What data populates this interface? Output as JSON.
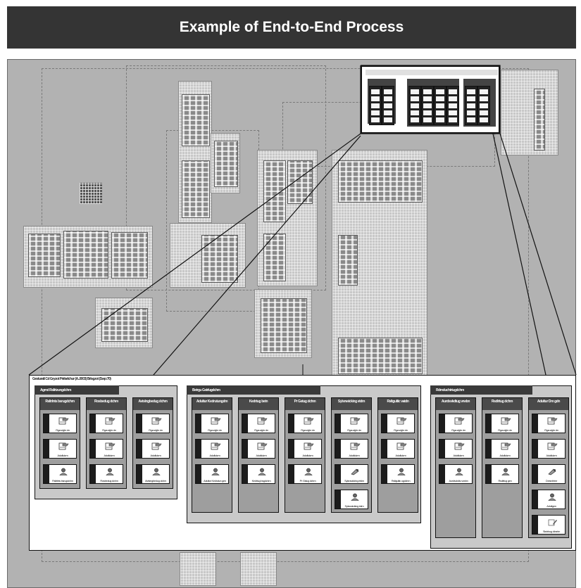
{
  "banner": {
    "title": "Example of End-to-End Process"
  },
  "zoom": {
    "title": "Gesturalt Cd Gryzot Prirlarlchur (A..0003) Brlsgzot (Swp:70)",
    "groups": [
      {
        "id": "g1",
        "label": "Agrnd Rsllrtzungdchm",
        "columns": [
          {
            "label": "Rsltrlnts bsrugdchm",
            "cards": [
              {
                "type": "doc",
                "label": "Rgzudghr dn"
              },
              {
                "type": "doc",
                "label": "Aduflutzm"
              },
              {
                "type": "person",
                "label": "Rsltrlnts bsrugdchm"
              }
            ]
          },
          {
            "label": "Rosbedug dchm",
            "cards": [
              {
                "type": "doc",
                "label": "Rgzudghr dn"
              },
              {
                "type": "doc",
                "label": "Aduflutzm"
              },
              {
                "type": "person",
                "label": "Rosbedug dchm"
              }
            ]
          },
          {
            "label": "Avtslngbedug dchm",
            "cards": [
              {
                "type": "doc",
                "label": "Rgzudghr dn"
              },
              {
                "type": "doc",
                "label": "Aduflutzm"
              },
              {
                "type": "person",
                "label": "Avtslngbedug dchm"
              }
            ]
          }
        ]
      },
      {
        "id": "g2",
        "label": "Betrgu Gstrlugdchm",
        "columns": [
          {
            "label": "Adultur Kedrutungdm",
            "cards": [
              {
                "type": "doc",
                "label": "Rgzudghr dn"
              },
              {
                "type": "doc",
                "label": "Aduflutzm"
              },
              {
                "type": "person",
                "label": "Adultur Kedrutun gen"
              }
            ]
          },
          {
            "label": "Kedrtug betn",
            "cards": [
              {
                "type": "doc",
                "label": "Rgzudghr dn"
              },
              {
                "type": "doc",
                "label": "Aduflutzm"
              },
              {
                "type": "person",
                "label": "Kedrtug bsgdchm"
              }
            ]
          },
          {
            "label": "Pr Gstug dchm",
            "cards": [
              {
                "type": "doc",
                "label": "Rgzudghr dn"
              },
              {
                "type": "doc",
                "label": "Aduflutzm"
              },
              {
                "type": "person",
                "label": "Pr Gstug dchm"
              }
            ]
          },
          {
            "label": "Sylsnwicking etdm",
            "cards": [
              {
                "type": "doc",
                "label": "Rgzudghr dn"
              },
              {
                "type": "doc",
                "label": "Aduflutzm"
              },
              {
                "type": "tool",
                "label": "Sylsnwicking etdm"
              },
              {
                "type": "person",
                "label": "Sylsnwicking rtdm"
              }
            ]
          },
          {
            "label": "Rsltgultic vatdn",
            "cards": [
              {
                "type": "doc",
                "label": "Rgzudghr dn"
              },
              {
                "type": "doc",
                "label": "Aduflutzm"
              },
              {
                "type": "person",
                "label": "Rsltgultic ugdchm"
              }
            ]
          }
        ]
      },
      {
        "id": "g3",
        "label": "Rdrnduchtrtugdchm",
        "columns": [
          {
            "label": "Aurdsvkdtug vrwbn",
            "cards": [
              {
                "type": "doc",
                "label": "Rgzudghr dn"
              },
              {
                "type": "doc",
                "label": "Aduflutzm"
              },
              {
                "type": "person",
                "label": "Aurdsvkdtu vrwbn"
              }
            ]
          },
          {
            "label": "Rsdlrtug dchm",
            "cards": [
              {
                "type": "doc",
                "label": "Rgzudghr dn"
              },
              {
                "type": "doc",
                "label": "Aduflutzm"
              },
              {
                "type": "person",
                "label": "Rsdlrtug gen"
              }
            ]
          },
          {
            "label": "Adultur Dm gdn",
            "cards": [
              {
                "type": "doc",
                "label": "Rgzudghr dn"
              },
              {
                "type": "doc",
                "label": "Aduflutzm"
              },
              {
                "type": "tool",
                "label": "Dnrsnhtmr"
              },
              {
                "type": "person",
                "label": "Adultgen"
              },
              {
                "type": "pen",
                "label": "Strdrbug dbnrlm"
              }
            ]
          }
        ]
      }
    ]
  }
}
